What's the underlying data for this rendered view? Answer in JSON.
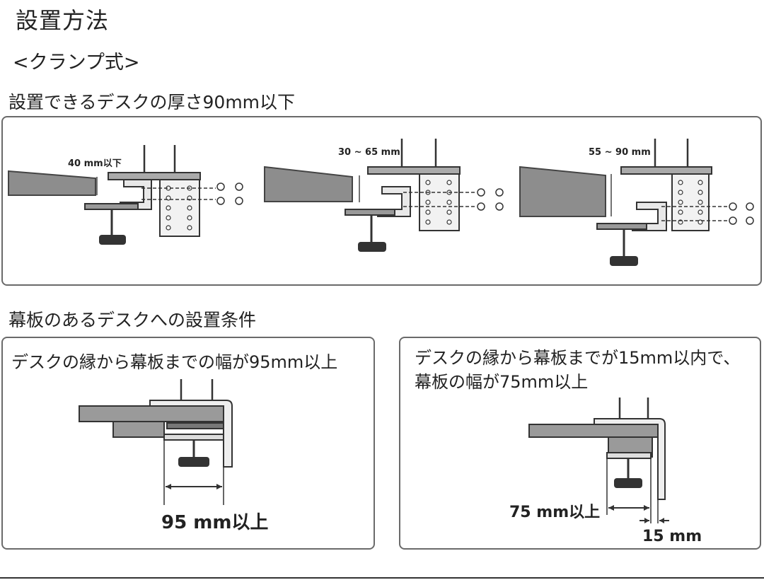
{
  "title": "設置方法",
  "subtitle": "<クランプ式>",
  "section1": {
    "heading": "設置できるデスクの厚さ90mm以下",
    "variants": [
      {
        "label": "40 mm以下"
      },
      {
        "label": "30 ~ 65 mm"
      },
      {
        "label": "55 ~ 90 mm"
      }
    ]
  },
  "section2": {
    "heading": "幕板のあるデスクへの設置条件",
    "left_panel": {
      "caption": "デスクの縁から幕板までの幅が95mm以上",
      "dimension": "95 mm以上"
    },
    "right_panel": {
      "caption_line1": "デスクの縁から幕板までが15mm以内で、",
      "caption_line2": "幕板の幅が75mm以上",
      "dimension_width": "75 mm以上",
      "dimension_gap": "15 mm"
    }
  }
}
